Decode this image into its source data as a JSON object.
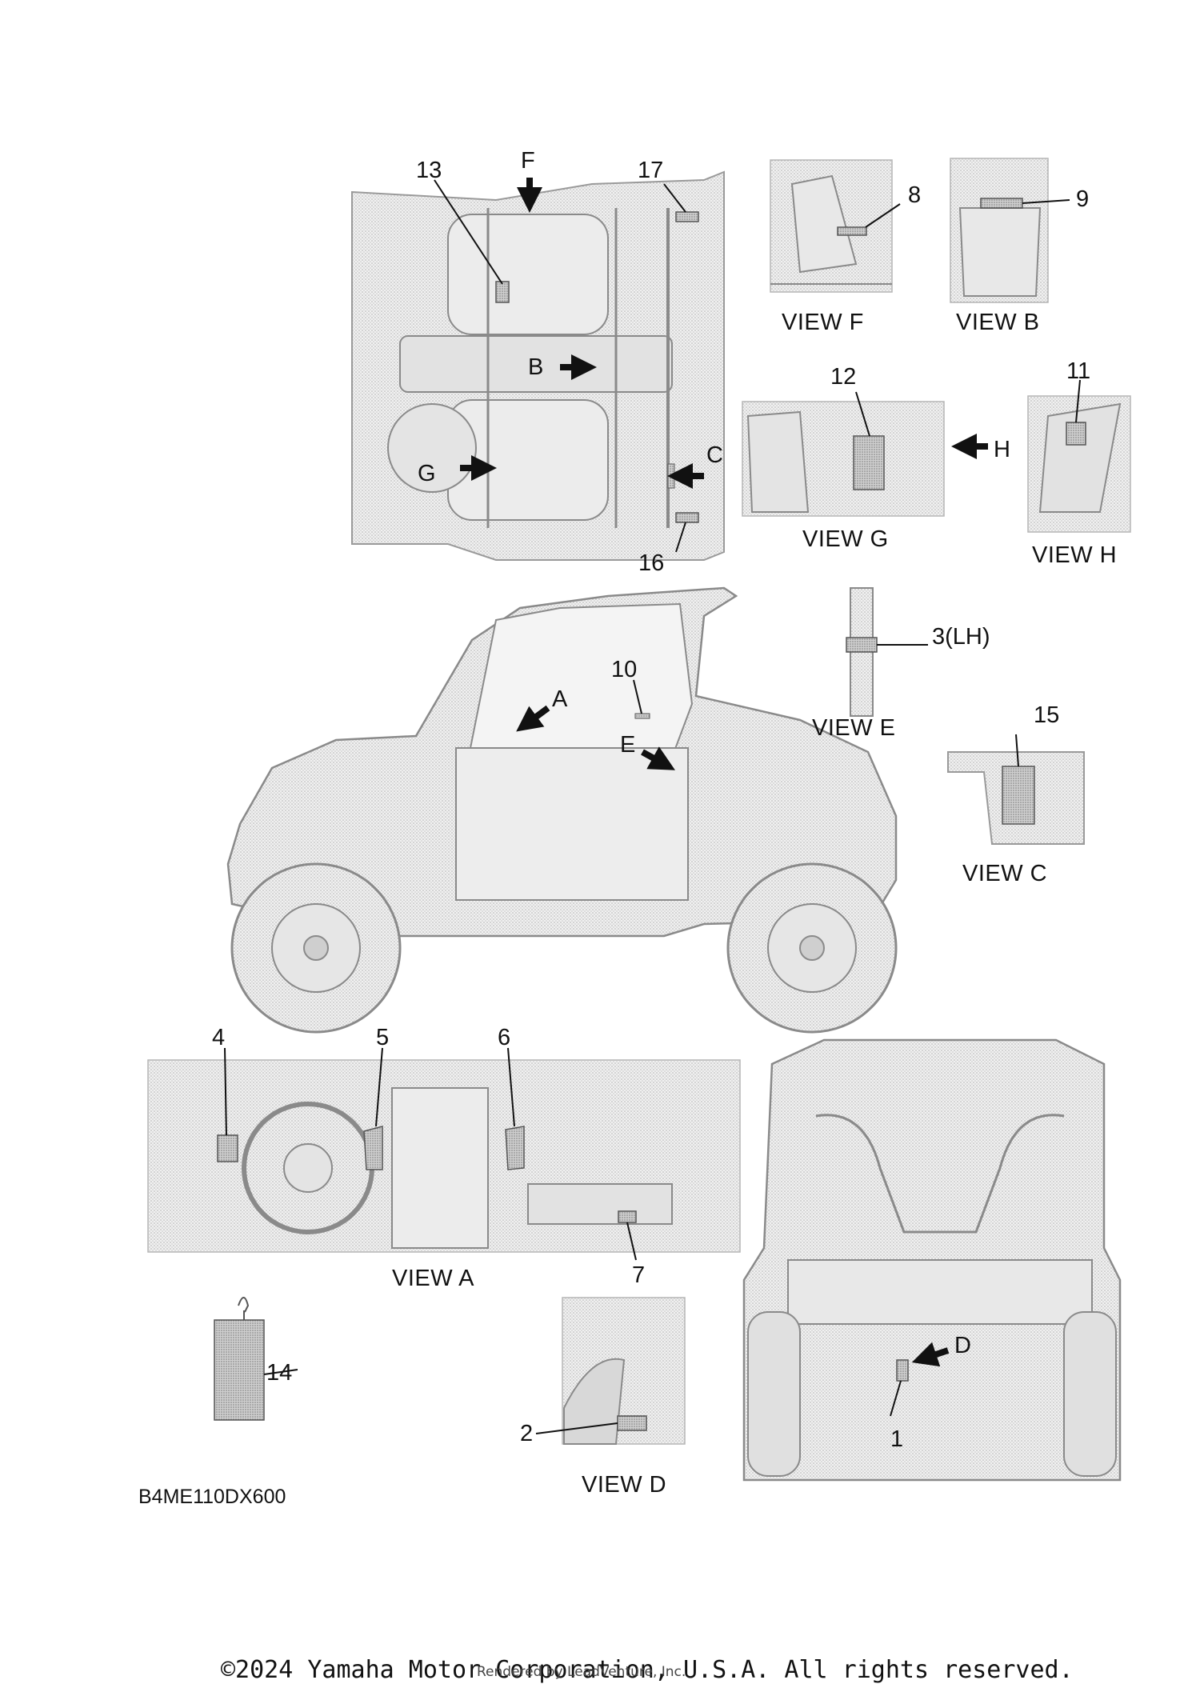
{
  "callouts": [
    "1",
    "2",
    "3(LH)",
    "4",
    "5",
    "6",
    "7",
    "8",
    "9",
    "10",
    "11",
    "12",
    "13",
    "14",
    "15",
    "16",
    "17"
  ],
  "arrows": [
    "A",
    "B",
    "C",
    "D",
    "E",
    "F",
    "G",
    "H"
  ],
  "views": {
    "a": "VIEW A",
    "b": "VIEW B",
    "c": "VIEW C",
    "d": "VIEW D",
    "e": "VIEW E",
    "f": "VIEW F",
    "g": "VIEW G",
    "h": "VIEW H"
  },
  "diagram_code": "B4ME110DX600",
  "copyright": "©2024 Yamaha Motor Corporation, U.S.A. All rights reserved.",
  "rendered_by": "Rendered by LeadVenture, Inc.",
  "colors": {
    "line": "#8a8a8a",
    "fill": "#e6e6e6",
    "label_fill": "#bdbdbd",
    "text": "#111111"
  }
}
